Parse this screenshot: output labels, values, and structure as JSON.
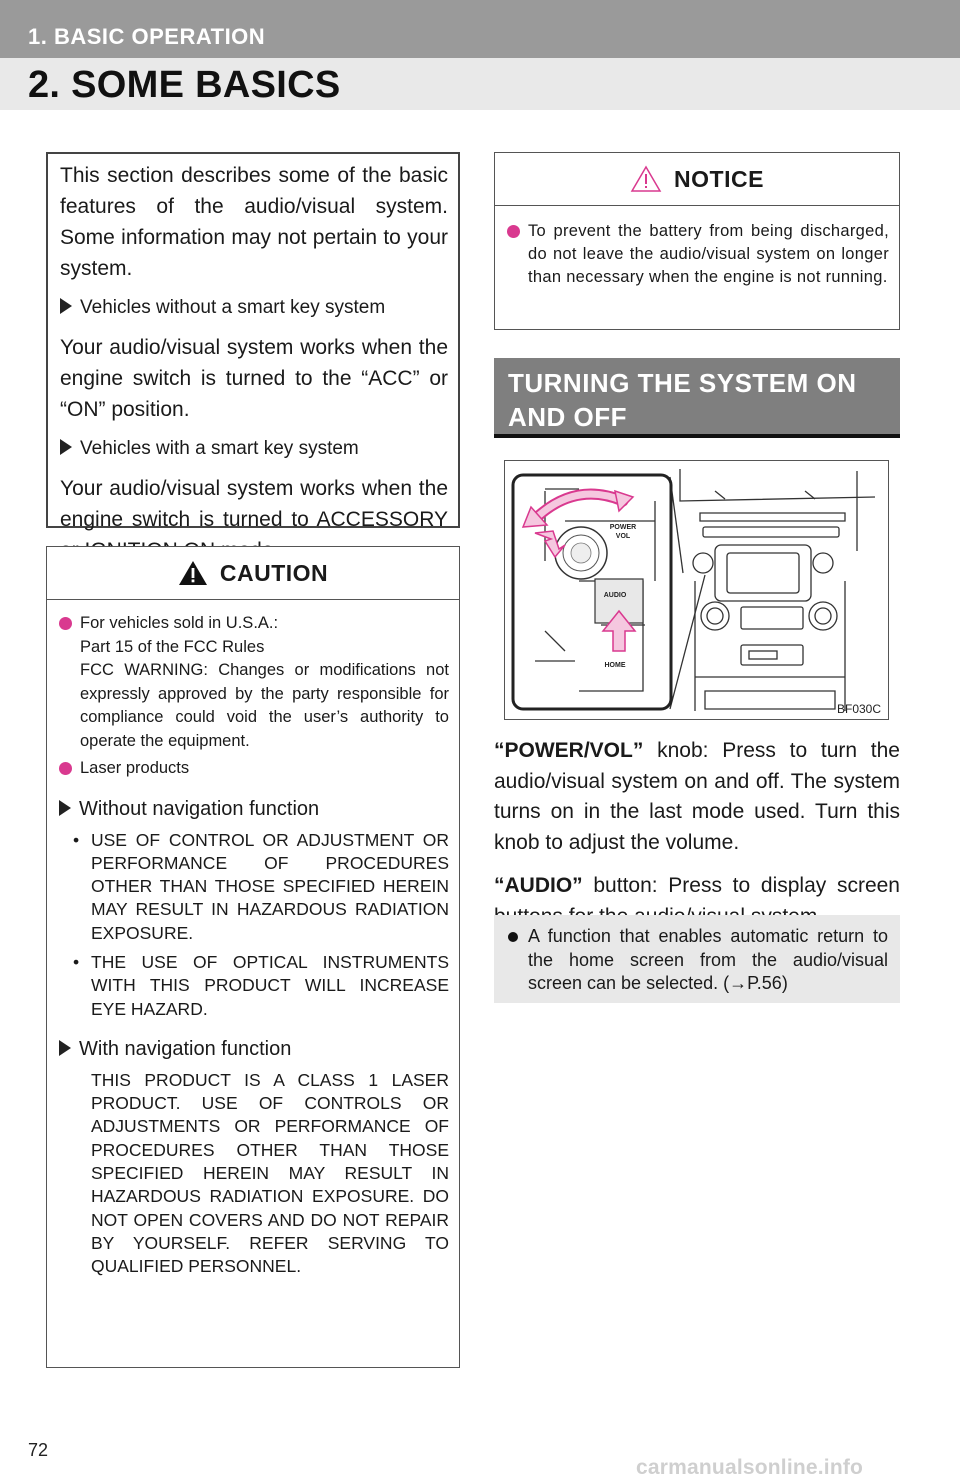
{
  "header": {
    "chapter": "1. BASIC OPERATION",
    "section": "2. SOME BASICS"
  },
  "intro": {
    "p1": "This section describes some of the basic features of the audio/visual system. Some information may not pertain to your system.",
    "cond1": "Vehicles without a smart key system",
    "p2": "Your audio/visual system works when the engine switch is turned to the “ACC” or “ON” position.",
    "cond2": "Vehicles with a smart key system",
    "p3": "Your audio/visual system works when the engine switch is turned to ACCESSORY or IGNITION ON mode."
  },
  "caution": {
    "title": "CAUTION",
    "fcc": "For vehicles sold in U.S.A.:\nPart 15 of the FCC Rules\nFCC WARNING: Changes or modifications not expressly approved by the party responsible for compliance could void the user’s authority to operate the equipment.",
    "laser": "Laser products",
    "without_nav": "Without navigation function",
    "without_items": [
      "USE OF CONTROL OR ADJUSTMENT OR PERFORMANCE OF PROCEDURES OTHER THAN THOSE SPECIFIED HEREIN MAY RESULT IN HAZARDOUS RADIATION EXPOSURE.",
      "THE USE OF OPTICAL INSTRUMENTS WITH THIS PRODUCT WILL INCREASE EYE HAZARD."
    ],
    "with_nav": "With navigation function",
    "with_text": "THIS PRODUCT IS A CLASS 1 LASER PRODUCT. USE OF CONTROLS OR ADJUSTMENTS OR PERFORMANCE OF PROCEDURES OTHER THAN THOSE SPECIFIED HEREIN MAY RESULT IN HAZARDOUS RADIATION EXPOSURE. DO NOT OPEN COVERS AND DO NOT REPAIR BY YOURSELF. REFER SERVING TO QUALIFIED PERSONNEL."
  },
  "notice": {
    "title": "NOTICE",
    "text": "To prevent the battery from being discharged, do not leave the audio/visual system on longer than necessary when the engine is not running."
  },
  "turning": {
    "title": "TURNING THE SYSTEM ON\nAND OFF"
  },
  "figure": {
    "label_power": "POWER",
    "label_vol": "VOL",
    "label_audio": "AUDIO",
    "label_home": "HOME",
    "code": "BF030C"
  },
  "desc": {
    "power_key": "“POWER/VOL”",
    "power_text": " knob: Press to turn the audio/visual system on and off. The system turns on in the last mode used. Turn this knob to adjust the volume.",
    "audio_key": "“AUDIO”",
    "audio_text": " button: Press to display screen buttons for the audio/visual system."
  },
  "note": {
    "text": "A function that enables automatic return to the home screen from the audio/visual screen can be selected. (→P.56)"
  },
  "page_number": "72",
  "watermark": "carmanualsonline.info",
  "colors": {
    "bullet": "#d9398f",
    "header_bar": "#9a9a9a",
    "section_bar": "#7f7f7f"
  }
}
